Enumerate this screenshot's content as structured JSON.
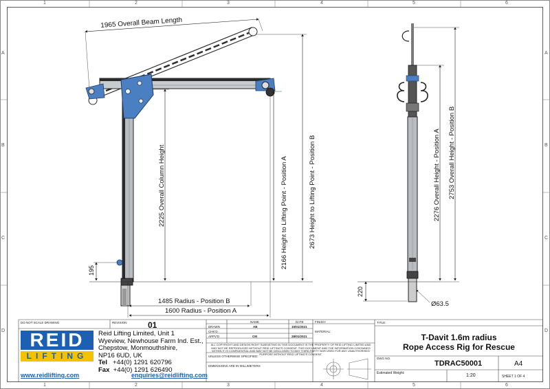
{
  "drawing": {
    "zones": {
      "columns": [
        "1",
        "2",
        "3",
        "4",
        "5",
        "6"
      ],
      "rows": [
        "A",
        "B",
        "C",
        "D"
      ]
    },
    "side_view": {
      "dimensions": {
        "beam_length": "1965 Overall Beam Length",
        "column_height": "2225 Overall Column Height",
        "lift_height_a": "2166 Height to Lifting Point - Position A",
        "lift_height_b": "2673 Height to Lifting Point - Position B",
        "base_height": "195",
        "radius_b": "1485 Radius - Position B",
        "radius_a": "1600 Radius - Position A"
      }
    },
    "front_view": {
      "dimensions": {
        "overall_height_a": "2276 Overall Height - Position A",
        "overall_height_b": "2753 Overall Height - Position B",
        "base_height": "220",
        "diameter": "Ø63.5"
      }
    },
    "colors": {
      "bracket_blue": "#4a7fc1",
      "column_grey": "#b9bcc0",
      "line": "#222222",
      "brand_blue": "#1d5fb0",
      "brand_yellow": "#f2c200"
    }
  },
  "title_block": {
    "do_not_scale": "DO NOT SCALE DRAWING",
    "revision_label": "REVISION",
    "revision": "01",
    "logo": {
      "top": "REID",
      "bottom": "LIFTING"
    },
    "company": {
      "line1": "Reid Lifting Limited,  Unit 1",
      "line2": "Wyeview, Newhouse Farm Ind. Est.,",
      "line3": "Chepstow, Monmouthshire,",
      "line4": "NP16 6UD, UK",
      "tel_label": "Tel",
      "tel": "+44(0) 1291 620796",
      "fax_label": "Fax",
      "fax": "+44(0) 1291 626490",
      "website": "www.reidlifting.com",
      "email": "enquiries@reidlifting.com"
    },
    "approvals": {
      "headers": [
        "",
        "NAME",
        "DATE",
        "FINISH:"
      ],
      "rows": [
        {
          "role": "DRAWN",
          "name": "AB",
          "date": "15/01/2021"
        },
        {
          "role": "CHK'D",
          "name": "",
          "date": ""
        },
        {
          "role": "APPV'D",
          "name": "CM",
          "date": "28/01/2021"
        }
      ],
      "material_label": "MATERIAL:"
    },
    "copyright": "ALL COPYRIGHT AND DESIGN RIGHT SUBSISTING IN THIS DOCUMENT IS THE PROPERTY OF REID LIFTING LIMITED AND MAY NOT BE REPRODUCED WITHOUT REID LIFTING'S CONSENT.  THIS DOCUMENT AND THE INFORMATION CONTAINED WITHIN IT IS CONFIDENTIAL AND MAY NOT BE DISCLOSED TO ANY THIRD PARTY NOR USED FOR ANY UNAUTHORISED PURPOSE WITHOUT REID LIFTING'S CONSENT.",
    "unless_specified": "UNLESS OTHERWISE SPECIFIED:",
    "dims_in_mm": "DIMENSIONS ARE IN MILLIMETERS",
    "title_label": "TITLE:",
    "title_line1": "T-Davit 1.6m radius",
    "title_line2": "Rope Access Rig for Rescue",
    "dwg_no_label": "DWG NO.",
    "dwg_no": "TDRAC50001",
    "size": "A4",
    "weight_label": "Estimated Weight:",
    "scale": "1:20",
    "sheet": "SHEET 1 OF 4"
  }
}
